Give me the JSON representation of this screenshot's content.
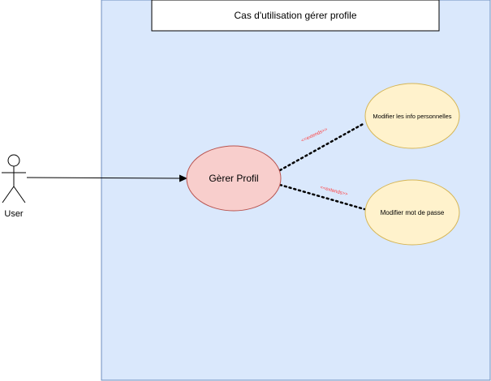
{
  "system": {
    "title": "Cas d'utilisation gérer profile",
    "fill": "#dae8fc",
    "stroke": "#6c8ebf"
  },
  "actor": {
    "label": "User"
  },
  "use_cases": {
    "main": {
      "label": "Gèrer Profil",
      "fill": "#f8cecc",
      "stroke": "#b85450"
    },
    "info": {
      "label": "Modifier  les info personnelles",
      "fill": "#fff2cc",
      "stroke": "#d6b656"
    },
    "password": {
      "label": "Modifier mot de passe",
      "fill": "#fff2cc",
      "stroke": "#d6b656"
    }
  },
  "relations": {
    "extend_info": "<<extends>>",
    "extend_password": "<<extends>>"
  },
  "colors": {
    "stereotype": "#ff3b3b"
  }
}
